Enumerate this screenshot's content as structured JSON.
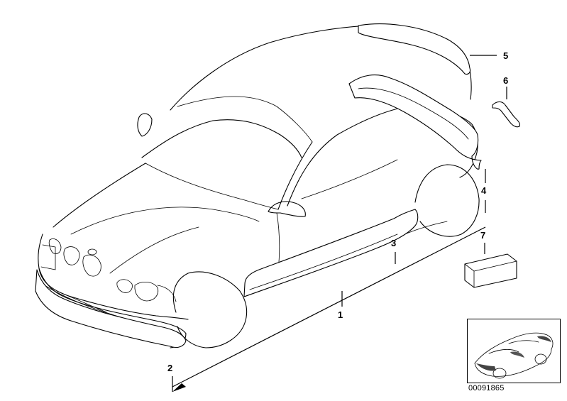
{
  "callouts": {
    "c1": "1",
    "c2": "2",
    "c3": "3",
    "c4": "4",
    "c5": "5",
    "c6": "6",
    "c7": "7"
  },
  "diagram_code": "00091865",
  "icons": {
    "car": "car-outline-icon",
    "inset_car": "car-thumbnail-icon"
  }
}
